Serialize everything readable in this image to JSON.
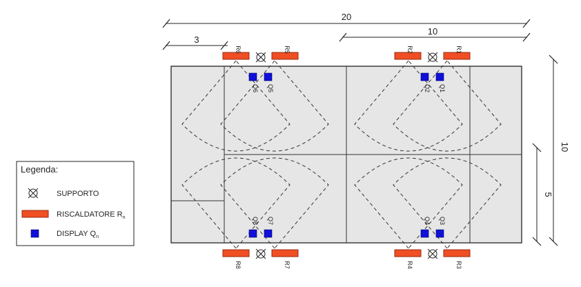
{
  "dimensions": {
    "total_length": "20",
    "half_length": "10",
    "offset": "3",
    "depth": "10",
    "half_depth": "5"
  },
  "legend": {
    "title": "Legenda:",
    "support": "SUPPORTO",
    "heater": "RISCALDATORE R",
    "heater_sub": "n",
    "display": "DISPLAY Q",
    "display_sub": "n"
  },
  "heaters": {
    "top": [
      "R6",
      "R5",
      "R2",
      "R1"
    ],
    "bottom": [
      "R8",
      "R7",
      "R4",
      "R3"
    ]
  },
  "displays": {
    "top": [
      "Q6",
      "Q5",
      "Q2",
      "Q1"
    ],
    "bottom": [
      "Q8",
      "Q7",
      "Q4",
      "Q3"
    ]
  },
  "colors": {
    "heater": "#f04e23",
    "display": "#1010d8",
    "floor": "#e6e6e6"
  },
  "icons": {
    "support": "cross-circle-icon"
  }
}
